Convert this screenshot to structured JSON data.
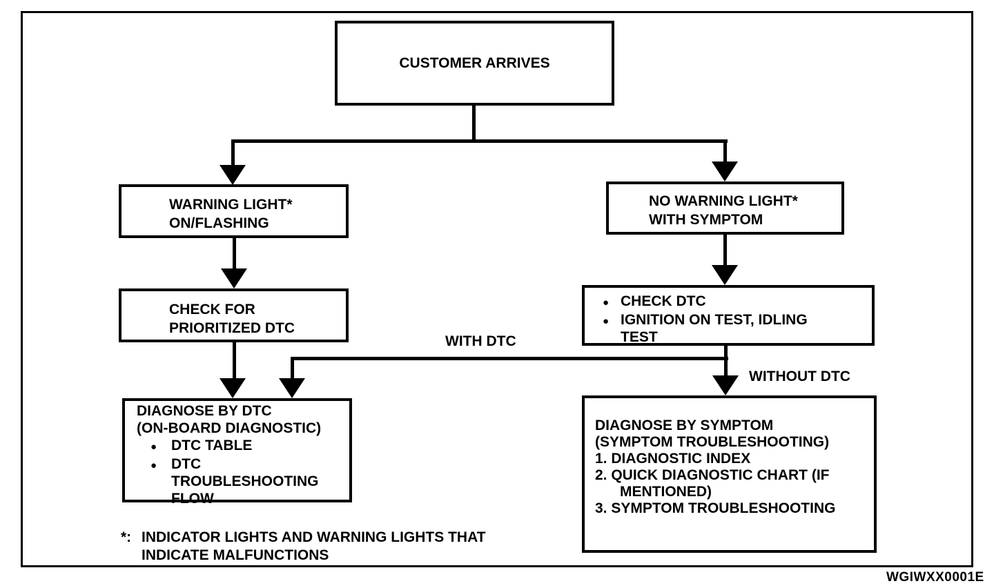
{
  "page": {
    "background_color": "#ffffff",
    "line_color": "#000000",
    "figure_code": "WGIWXX0001E"
  },
  "icons": {
    "bullet": "●"
  },
  "flowchart": {
    "customer": {
      "label": "CUSTOMER ARRIVES"
    },
    "warning_light": {
      "lines": [
        "WARNING LIGHT*",
        "ON/FLASHING"
      ]
    },
    "no_warning_light": {
      "lines": [
        "NO WARNING LIGHT*",
        "WITH SYMPTOM"
      ]
    },
    "check_prioritized_dtc": {
      "lines": [
        "CHECK FOR",
        "PRIORITIZED DTC"
      ]
    },
    "check_dtc": {
      "bullets": [
        "CHECK DTC",
        "IGNITION ON TEST, IDLING TEST"
      ]
    },
    "diagnose_by_dtc": {
      "title_lines": [
        "DIAGNOSE BY DTC",
        "(ON-BOARD DIAGNOSTIC)"
      ],
      "bullets": [
        "DTC TABLE",
        "DTC TROUBLESHOOTING FLOW"
      ]
    },
    "diagnose_by_symptom": {
      "title_lines": [
        "DIAGNOSE BY SYMPTOM",
        "(SYMPTOM TROUBLESHOOTING)"
      ],
      "items": [
        "1. DIAGNOSTIC INDEX",
        "2. QUICK DIAGNOSTIC CHART (IF MENTIONED)",
        "3. SYMPTOM TROUBLESHOOTING"
      ]
    },
    "edge_labels": {
      "with_dtc": "WITH DTC",
      "without_dtc": "WITHOUT DTC"
    },
    "footnote": {
      "marker": "*:",
      "text": "INDICATOR LIGHTS AND WARNING LIGHTS THAT INDICATE MALFUNCTIONS"
    }
  }
}
